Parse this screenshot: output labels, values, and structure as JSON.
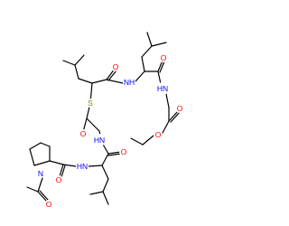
{
  "molecule": {
    "atom_labels": [
      {
        "id": "S1",
        "text": "S"
      },
      {
        "id": "O1",
        "text": "O"
      },
      {
        "id": "O2",
        "text": "O"
      },
      {
        "id": "O3",
        "text": "O"
      },
      {
        "id": "O4",
        "text": "O"
      },
      {
        "id": "O5",
        "text": "O"
      },
      {
        "id": "O6",
        "text": "O"
      },
      {
        "id": "O7",
        "text": "O"
      },
      {
        "id": "O8",
        "text": "O"
      },
      {
        "id": "N1",
        "text": "N"
      },
      {
        "id": "NH1",
        "text": "NH"
      },
      {
        "id": "HN1",
        "text": "HN"
      },
      {
        "id": "HN2",
        "text": "HN"
      },
      {
        "id": "HN3",
        "text": "HN"
      }
    ]
  },
  "colors": {
    "bond": "#000000",
    "sulfur": "#808000",
    "oxygen": "#ff0000",
    "nitrogen": "#0000ff",
    "background": "#ffffff"
  }
}
